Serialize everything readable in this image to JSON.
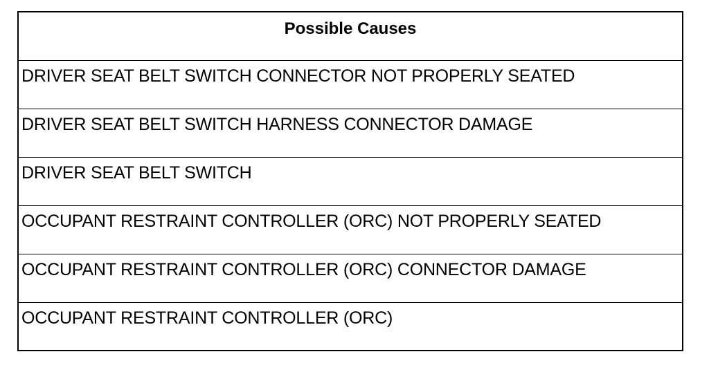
{
  "table": {
    "header": "Possible Causes",
    "rows": [
      "DRIVER SEAT BELT SWITCH CONNECTOR NOT PROPERLY SEATED",
      "DRIVER SEAT BELT SWITCH HARNESS CONNECTOR DAMAGE",
      "DRIVER SEAT BELT SWITCH",
      "OCCUPANT RESTRAINT CONTROLLER (ORC) NOT PROPERLY SEATED",
      "OCCUPANT RESTRAINT CONTROLLER (ORC) CONNECTOR DAMAGE",
      "OCCUPANT RESTRAINT CONTROLLER (ORC)"
    ]
  }
}
